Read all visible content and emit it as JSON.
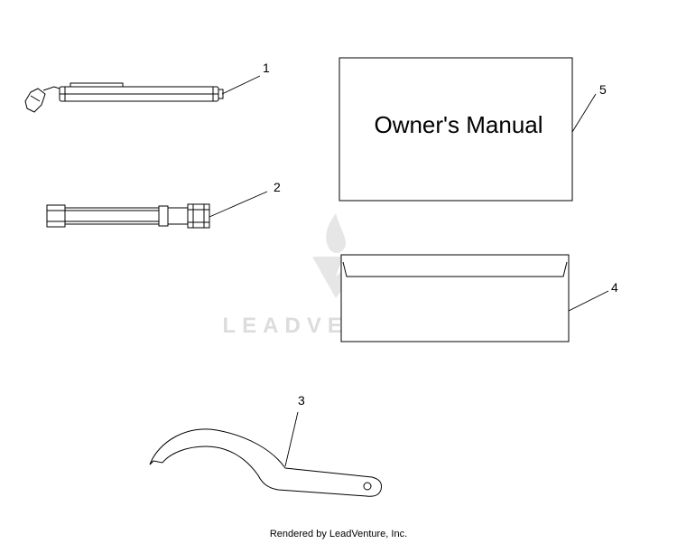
{
  "watermark": {
    "text": "LEADVENTURE"
  },
  "parts": {
    "owners_manual": {
      "label": "Owner's Manual"
    }
  },
  "callouts": {
    "c1": "1",
    "c2": "2",
    "c3": "3",
    "c4": "4",
    "c5": "5"
  },
  "footer": {
    "text": "Rendered by LeadVenture, Inc."
  }
}
